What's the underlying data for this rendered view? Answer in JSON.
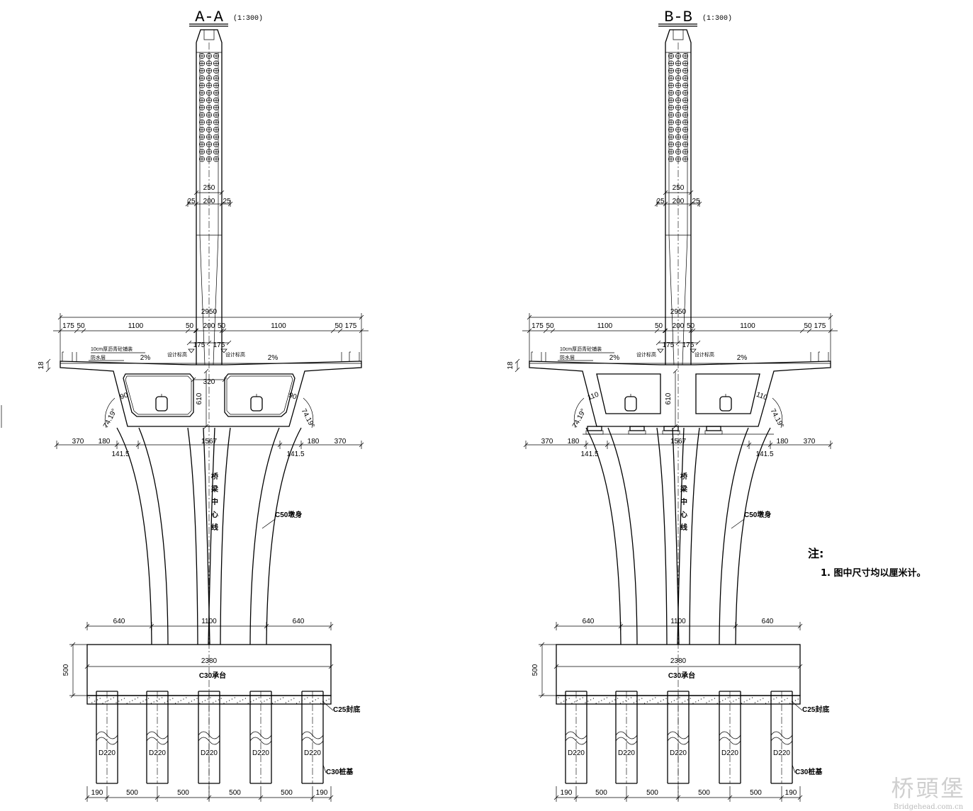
{
  "sections": [
    {
      "id": "aa",
      "title": "A-A",
      "scale": "(1:300)",
      "tower_dims": {
        "total": "250",
        "left": "25",
        "middle": "200",
        "right": "25"
      },
      "deck_top": {
        "total": "2950",
        "parts": [
          "175",
          "50",
          "1100",
          "50",
          "200",
          "50",
          "1100",
          "50",
          "175"
        ],
        "center_parts": [
          "175",
          "175"
        ]
      },
      "deck_labels": {
        "pavement": "10cm厚沥青砼铺装",
        "waterproof": "防水层",
        "slope_left": "2%",
        "slope_right": "2%",
        "design_elev_left": "设计标高",
        "design_elev_right": "设计标高",
        "deck_edge": "18",
        "box_gap": "320",
        "box_height": "610",
        "web_left": "90",
        "web_right": "90",
        "angle_left": "74.19°",
        "angle_right": "74.19°"
      },
      "pier_top": {
        "parts": [
          "370",
          "180",
          "1567",
          "180",
          "370"
        ],
        "inner_left": "141.5",
        "inner_right": "141.5"
      },
      "pier_labels": {
        "centerline": "桥梁中心线",
        "material": "C50墩身"
      },
      "cap": {
        "parts": [
          "640",
          "1100",
          "640"
        ],
        "width": "2380",
        "height": "500",
        "material": "C30承台",
        "seal": "C25封底"
      },
      "piles": {
        "diameter": "D220",
        "material": "C30桩基",
        "spacing": [
          "190",
          "500",
          "500",
          "500",
          "500",
          "190"
        ]
      }
    },
    {
      "id": "bb",
      "title": "B-B",
      "scale": "(1:300)",
      "tower_dims": {
        "total": "250",
        "left": "25",
        "middle": "200",
        "right": "25"
      },
      "deck_top": {
        "total": "2950",
        "parts": [
          "175",
          "50",
          "1100",
          "50",
          "200",
          "50",
          "1100",
          "50",
          "175"
        ],
        "center_parts": [
          "175",
          "175"
        ]
      },
      "deck_labels": {
        "pavement": "10cm厚沥青砼铺装",
        "waterproof": "防水层",
        "slope_left": "2%",
        "slope_right": "2%",
        "design_elev_left": "设计标高",
        "design_elev_right": "设计标高",
        "deck_edge": "18",
        "box_gap": "",
        "box_height": "610",
        "web_left": "110",
        "web_right": "110",
        "angle_left": "74.19°",
        "angle_right": "74.19°"
      },
      "pier_top": {
        "parts": [
          "370",
          "180",
          "1567",
          "180",
          "370"
        ],
        "inner_left": "141.5",
        "inner_right": "141.5"
      },
      "pier_labels": {
        "centerline": "桥梁中心线",
        "material": "C50墩身"
      },
      "cap": {
        "parts": [
          "640",
          "1100",
          "640"
        ],
        "width": "2380",
        "height": "500",
        "material": "C30承台",
        "seal": "C25封底"
      },
      "piles": {
        "diameter": "D220",
        "material": "C30桩基",
        "spacing": [
          "190",
          "500",
          "500",
          "500",
          "500",
          "190"
        ]
      }
    }
  ],
  "notes": {
    "heading": "注:",
    "items": [
      "1. 图中尺寸均以厘米计。"
    ]
  },
  "watermark": {
    "logo": "桥頭堡",
    "url": "Bridgehead.com.cn"
  }
}
